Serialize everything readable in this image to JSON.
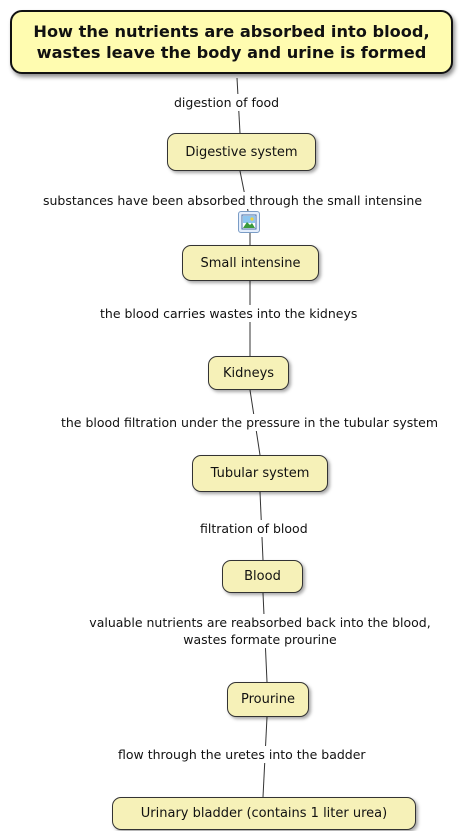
{
  "title": "How the nutrients are absorbed into blood, wastes leave the body and urine is formed",
  "nodes": {
    "digestive": "Digestive system",
    "small_intestine": "Small intensine",
    "kidneys": "Kidneys",
    "tubular": "Tubular system",
    "blood": "Blood",
    "prourine": "Prourine",
    "bladder": "Urinary bladder (contains 1 liter urea)"
  },
  "links": {
    "digestion": "digestion of food",
    "absorbed": "substances have been absorbed through the small intensine",
    "carries": "the blood carries wastes into the kidneys",
    "filtration_pressure": "the blood filtration under the pressure in the tubular system",
    "filtration": "filtration of blood",
    "reabsorbed_line1": "valuable nutrients are reabsorbed back into the blood,",
    "reabsorbed_line2": "wastes formate prourine",
    "flow": "flow through the uretes into the badder"
  },
  "icons": {
    "image_attachment": "image-icon"
  }
}
